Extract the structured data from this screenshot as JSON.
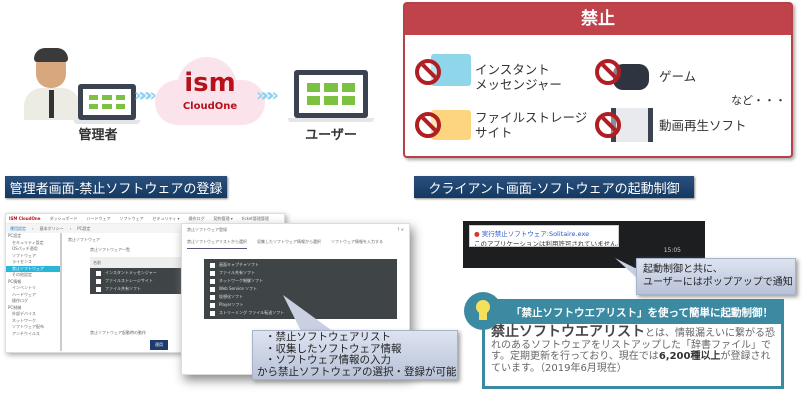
{
  "top": {
    "admin_label": "管理者",
    "user_label": "ユーザー",
    "logo": {
      "main": "ism",
      "sub": "CloudOne"
    }
  },
  "prohibited": {
    "title": "禁止",
    "items": [
      {
        "icon": "chat-bubble-icon",
        "label_line1": "インスタント",
        "label_line2": "メッセンジャー"
      },
      {
        "icon": "gamepad-icon",
        "label_line1": "ゲーム",
        "label_line2": ""
      },
      {
        "icon": "folder-icon",
        "label_line1": "ファイルストレージ",
        "label_line2": "サイト"
      },
      {
        "icon": "film-play-icon",
        "label_line1": "動画再生ソフト",
        "label_line2": ""
      }
    ],
    "etc": "など・・・",
    "accent": "#c0424a"
  },
  "admin_section": {
    "banner": "管理者画面-禁止ソフトウェアの登録",
    "app": {
      "logo": "ISM CloudOne",
      "nav": [
        "ダッシュボード",
        "ハードウェア",
        "ソフトウェア",
        "セキュリティ ▾",
        "操作ログ",
        "契約管理 ▾",
        "ticket管理管理"
      ],
      "breadcrumb": [
        "運用設定",
        "基本ポリシー",
        "PC設定"
      ],
      "sidebar": [
        "PC設定",
        "セキュリティ設定",
        "OSパッチ適用",
        "ソフトウェア",
        "ライセンス",
        "禁止ソフトウェア",
        "その他設定",
        "PC情報",
        "インベントリ",
        "ハードウェア",
        "操作ログ",
        "PC制御",
        "外部デバイス",
        "ネットワーク",
        "ソフトウェア配布",
        "アンチウイルス"
      ],
      "panel_title": "禁止ソフトウェア",
      "list_title": "禁止ソフトウェア一覧",
      "list_header": "名前",
      "list_items": [
        "インスタントメッセンジャー",
        "ファイルストレージサイト",
        "ファイル共有ソフト"
      ],
      "footer_label": "禁止ソフトウェア起動時の動作",
      "save_button": "適用"
    },
    "dialog": {
      "title": "禁止ソフトウェア登録",
      "tabs": [
        "禁止ソフトウェアリストから選択",
        "収集したソフトウェア情報から選択",
        "ソフトウェア情報を入力する"
      ],
      "items": [
        "画面キャプチャソフト",
        "ファイル共有ソフト",
        "ネットワーク制御ソフト",
        "Web Service ソフト",
        "仮想化ソフト",
        "Playerソフト",
        "ストリーミング ファイル転送ソフト"
      ]
    },
    "callout": [
      "・禁止ソフトウェアリスト",
      "・収集したソフトウェア情報",
      "・ソフトウェア情報の入力",
      "から禁止ソフトウェアの選択・登録が可能"
    ]
  },
  "client_section": {
    "banner": "クライアント画面-ソフトウェアの起動制御",
    "popup": {
      "title": "実行禁止ソフトウェア:Solitaire.exe",
      "message": "このアプリケーションは利用許可されていません。"
    },
    "clock": "15:05",
    "callout": [
      "起動制御と共に、",
      "ユーザーにはポップアップで通知"
    ]
  },
  "tip": {
    "headline": "「禁止ソフトウエアリスト」を使って簡単に起動制御！",
    "term": "禁止ソフトウエアリスト",
    "body1": "とは、情報漏えいに繋がる恐れのあるソフトウェアをリストアップした「辞書ファイル」です。定期更新を行っており、現在では",
    "bold": "6,200種以上",
    "body2": "が登録されています。（2019年6月現在）",
    "accent": "#3c8aa2"
  }
}
